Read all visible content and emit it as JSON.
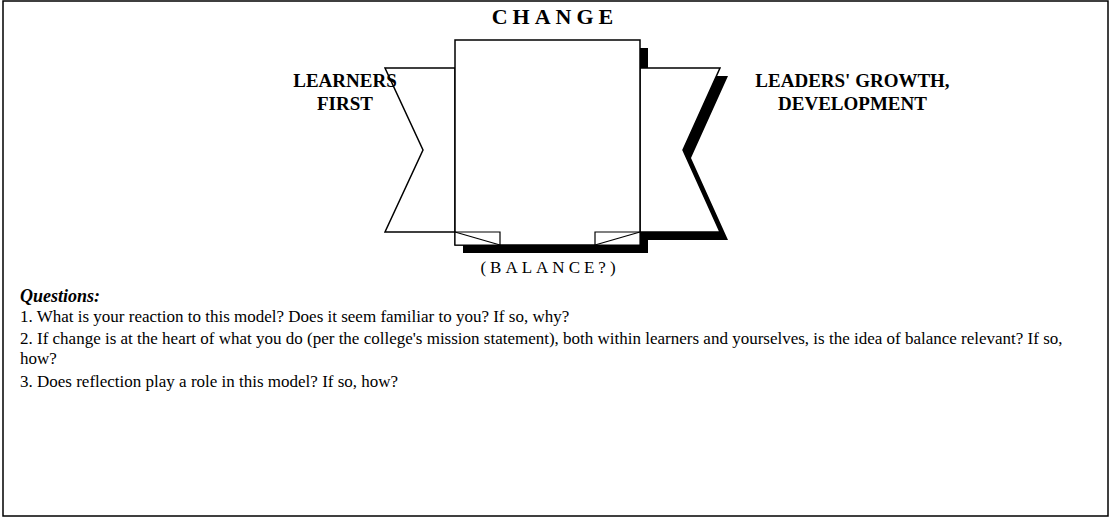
{
  "diagram": {
    "title": "CHANGE",
    "labels": [
      "LEARNERS FIRST",
      "LEADERS' GROWTH, DEVELOPMENT",
      "(BALANCE?)",
      "Questions:",
      "1. What is your reaction to this model? Does it seem familiar to you? If so, why?",
      "2. If change is at the heart of what you do (per the college's mission statement), both within learners and yourselves, is the idea of balance relevant? If so, how?",
      "3. Does reflection play a role in this model? If so, how?"
    ]
  }
}
